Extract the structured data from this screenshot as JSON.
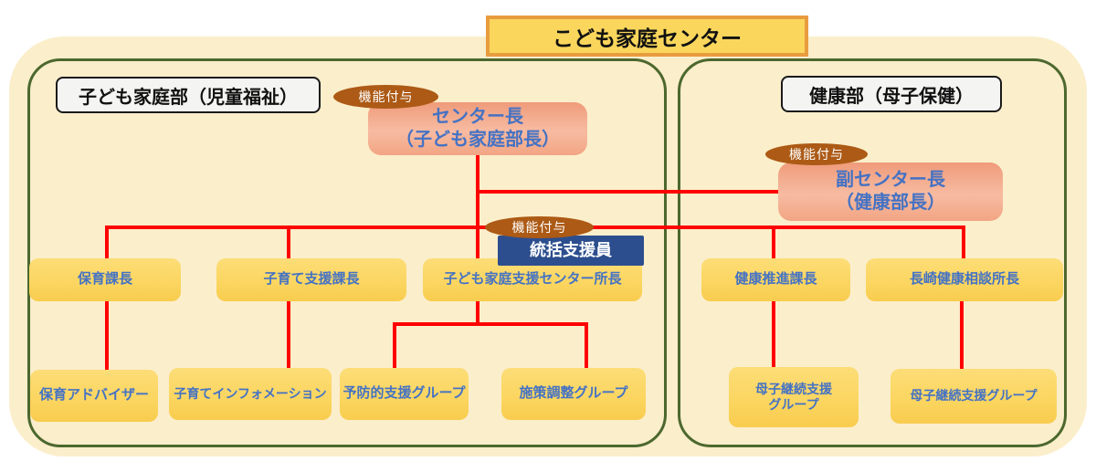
{
  "title": "こども家庭センター",
  "sections": {
    "left": "子ども家庭部（児童福祉）",
    "right": "健康部（母子保健）"
  },
  "badge_label": "機能付与",
  "nodes": {
    "center_head": {
      "title": "センター長",
      "subtitle": "（子ども家庭部長）"
    },
    "deputy_head": {
      "title": "副センター長",
      "subtitle": "（健康部長）"
    },
    "coordinator": {
      "title": "統括支援員"
    },
    "childcare_section_chief": {
      "title": "保育課長"
    },
    "parenting_support_chief": {
      "title": "子育て支援課長"
    },
    "family_support_center_director": {
      "title": "子ども家庭支援センター所長"
    },
    "health_promotion_chief": {
      "title": "健康推進課長"
    },
    "nagasaki_health_consult_director": {
      "title": "長崎健康相談所長"
    },
    "childcare_advisor": {
      "title": "保育アドバイザー"
    },
    "parenting_information": {
      "title": "子育てインフォメーション"
    },
    "preventive_support_group": {
      "title": "予防的支援グループ"
    },
    "policy_coordination_group": {
      "title": "施策調整グループ"
    },
    "maternal_child_support_group_1": {
      "title": "母子継続支援",
      "subtitle": "グループ"
    },
    "maternal_child_support_group_2": {
      "title": "母子継続支援グループ"
    }
  },
  "colors": {
    "background_beige": "#FBEECB",
    "section_border_green": "#4C682E",
    "title_fill": "#FAD65C",
    "title_border": "#E89C3F",
    "node_yellow": "#FBD565",
    "node_salmon": "#F3A98A",
    "node_blue": "#2D4E8E",
    "badge_brown": "#AC5A15",
    "connector_red": "#FF0000",
    "node_text_blue": "#4472C4"
  }
}
